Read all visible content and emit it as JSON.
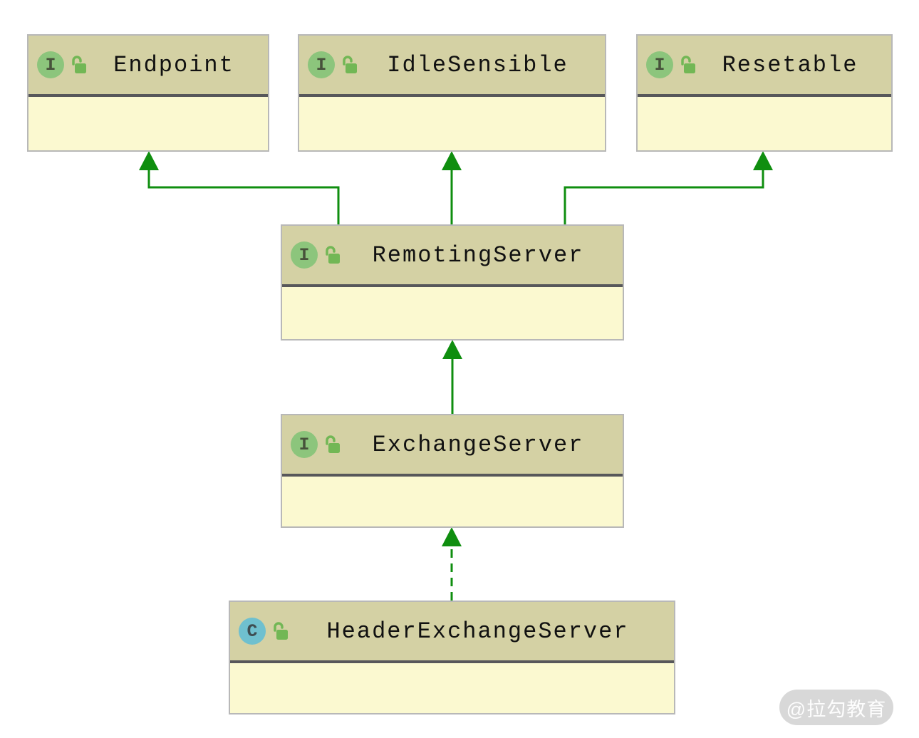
{
  "colors": {
    "header_fill": "#d4d1a4",
    "body_fill": "#fbf9d0",
    "box_border": "#b8b8b8",
    "separator": "#57575a",
    "arrow_green": "#0f8e0f",
    "interface_icon_fill": "#8cc57c",
    "class_icon_fill": "#6fc0cf",
    "lock_green": "#72b755",
    "title_color": "#111111"
  },
  "nodes": [
    {
      "name": "Endpoint",
      "kind": "interface",
      "badge": "I",
      "visibility_icon": "open-padlock"
    },
    {
      "name": "IdleSensible",
      "kind": "interface",
      "badge": "I",
      "visibility_icon": "open-padlock"
    },
    {
      "name": "Resetable",
      "kind": "interface",
      "badge": "I",
      "visibility_icon": "open-padlock"
    },
    {
      "name": "RemotingServer",
      "kind": "interface",
      "badge": "I",
      "visibility_icon": "open-padlock"
    },
    {
      "name": "ExchangeServer",
      "kind": "interface",
      "badge": "I",
      "visibility_icon": "open-padlock"
    },
    {
      "name": "HeaderExchangeServer",
      "kind": "class",
      "badge": "C",
      "visibility_icon": "open-padlock"
    }
  ],
  "edges": [
    {
      "from": "RemotingServer",
      "to": "Endpoint",
      "relation": "extends",
      "style": "solid"
    },
    {
      "from": "RemotingServer",
      "to": "IdleSensible",
      "relation": "extends",
      "style": "solid"
    },
    {
      "from": "RemotingServer",
      "to": "Resetable",
      "relation": "extends",
      "style": "solid"
    },
    {
      "from": "ExchangeServer",
      "to": "RemotingServer",
      "relation": "extends",
      "style": "solid"
    },
    {
      "from": "HeaderExchangeServer",
      "to": "ExchangeServer",
      "relation": "implements",
      "style": "dashed"
    }
  ],
  "watermark": {
    "text": "@拉勾教育"
  }
}
